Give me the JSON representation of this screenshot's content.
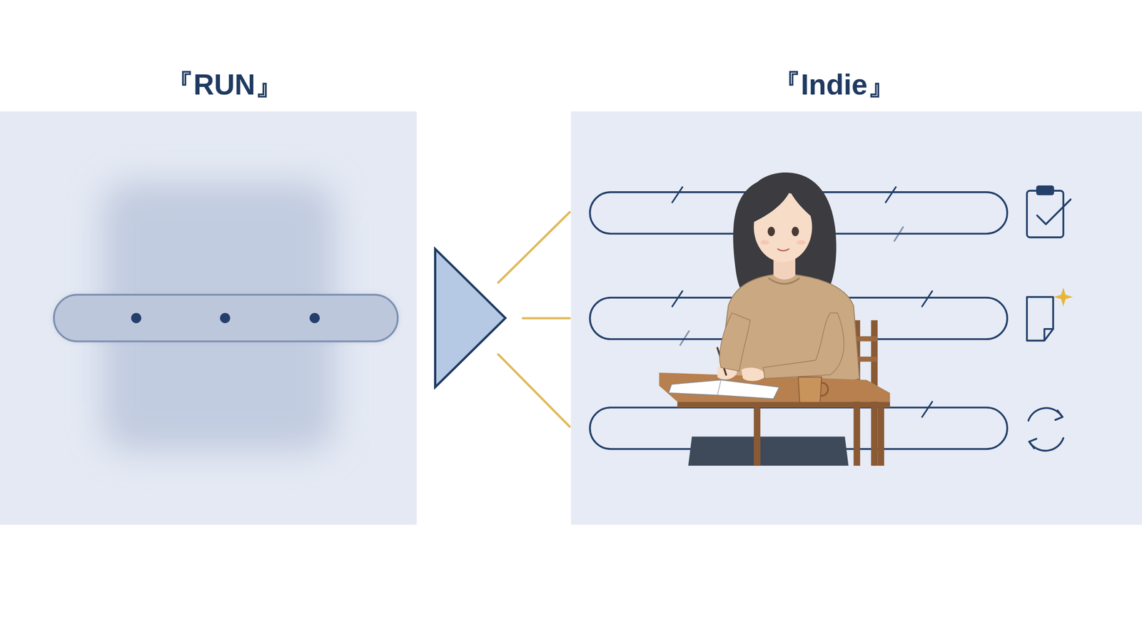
{
  "diagram": {
    "nodes": [
      {
        "text": [
          "『RUN』"
        ]
      },
      {
        "text": [
          "『Indie』"
        ]
      }
    ],
    "edges": [
      {
        "from": 0,
        "to": 1,
        "arrow": "to"
      }
    ]
  }
}
